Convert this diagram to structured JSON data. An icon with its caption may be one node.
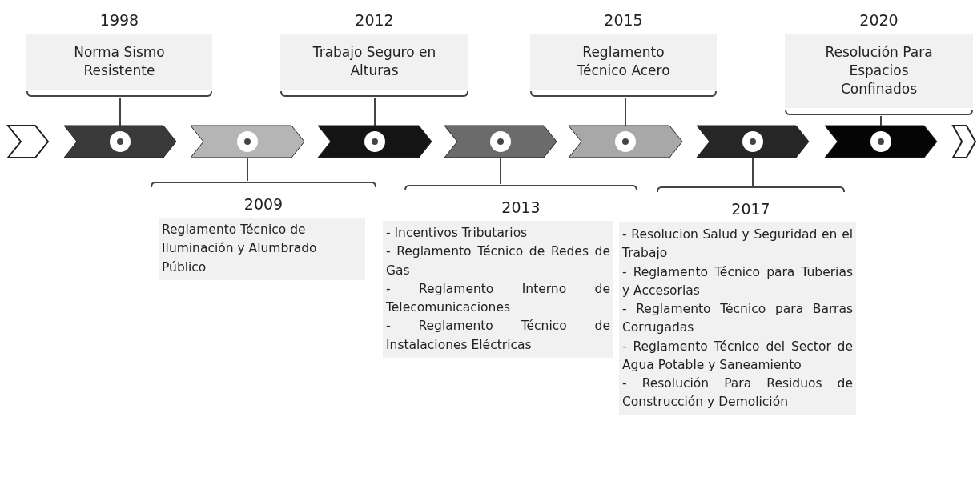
{
  "diagram": {
    "nodes": [
      {
        "text": [],
        "shape": "chevron"
      },
      {
        "text": [],
        "shape": "chevron"
      },
      {
        "text": [],
        "shape": "chevron"
      },
      {
        "text": [],
        "shape": "chevron"
      },
      {
        "text": [],
        "shape": "chevron"
      },
      {
        "text": [],
        "shape": "chevron"
      },
      {
        "text": [],
        "shape": "chevron"
      },
      {
        "text": [],
        "shape": "chevron"
      },
      {
        "text": [],
        "shape": "chevron"
      },
      {
        "text": [
          "1998",
          "Norma Sismo Resistente"
        ]
      },
      {
        "text": [
          "2009",
          "Reglamento Técnico de Iluminación y Alumbrado Público"
        ]
      },
      {
        "text": [
          "2012",
          "Trabajo Seguro en Alturas"
        ]
      },
      {
        "text": [
          "2013",
          "- Incentivos Tributarios",
          "- Reglamento Técnico de Redes de Gas",
          "- Reglamento Interno de Telecomunicaciones",
          "- Reglamento Técnico de Instalaciones Eléctricas"
        ]
      },
      {
        "text": [
          "2015",
          "Reglamento Técnico Acero"
        ]
      },
      {
        "text": [
          "2017",
          "- Resolucion Salud y Seguridad en el Trabajo",
          "- Reglamento Técnico para Tuberias y Accesorias",
          "- Reglamento Técnico para Barras Corrugadas",
          "- Reglamento Técnico del Sector de Agua Potable y Saneamiento",
          "- Resolución Para Residuos de Construcción y Demolición"
        ]
      },
      {
        "text": [
          "2020",
          "Resolución Para Espacios Confinados"
        ]
      }
    ],
    "edges": [
      {
        "from": 9,
        "to": 1,
        "arrow": "none"
      },
      {
        "from": 10,
        "to": 2,
        "arrow": "none"
      },
      {
        "from": 11,
        "to": 3,
        "arrow": "none"
      },
      {
        "from": 12,
        "to": 4,
        "arrow": "none"
      },
      {
        "from": 13,
        "to": 5,
        "arrow": "none"
      },
      {
        "from": 14,
        "to": 6,
        "arrow": "none"
      },
      {
        "from": 15,
        "to": 7,
        "arrow": "none"
      }
    ]
  }
}
